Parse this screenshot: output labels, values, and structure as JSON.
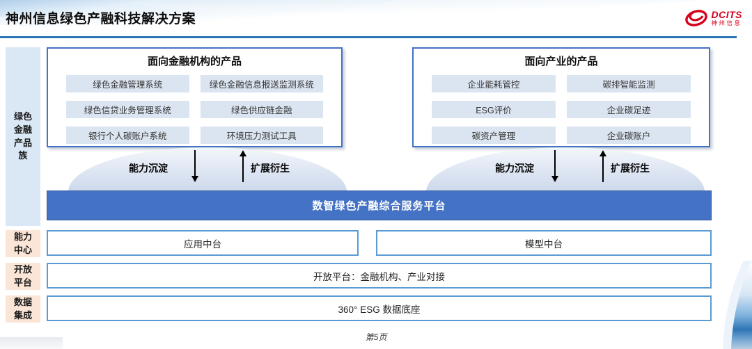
{
  "header": {
    "title": "神州信息绿色产融科技解决方案",
    "logo_brand": "DCITS",
    "logo_subtitle": "神州信息"
  },
  "sidebar": {
    "product_family": "绿色金融产品族",
    "capability_center": "能力中心",
    "open_platform": "开放平台",
    "data_integration": "数据集成"
  },
  "product_groups": [
    {
      "title": "面向金融机构的产品",
      "items": [
        "绿色金融管理系统",
        "绿色金融信息报送监测系统",
        "绿色信贷业务管理系统",
        "绿色供应链金融",
        "银行个人碳账户系统",
        "环境压力测试工具"
      ]
    },
    {
      "title": "面向产业的产品",
      "items": [
        "企业能耗管控",
        "碳排智能监测",
        "ESG评价",
        "企业碳足迹",
        "碳资产管理",
        "企业碳账户"
      ]
    }
  ],
  "flow": {
    "down_label": "能力沉淀",
    "up_label": "扩展衍生"
  },
  "platform": {
    "service_bar": "数智绿色产融综合服务平台",
    "app_middle": "应用中台",
    "model_middle": "模型中台",
    "open_row": "开放平台：金融机构、产业对接",
    "data_row": "360° ESG 数据底座"
  },
  "footer": {
    "page": "第5页"
  },
  "colors": {
    "accent_blue": "#4472C4",
    "border_blue": "#2E75B6",
    "row_border_blue": "#5B9BD5",
    "item_fill": "#DBE5F1",
    "sidebar_blue_fill": "#DAE8F5",
    "sidebar_peach_fill": "#FBE5D6",
    "logo_red": "#D6001C"
  }
}
